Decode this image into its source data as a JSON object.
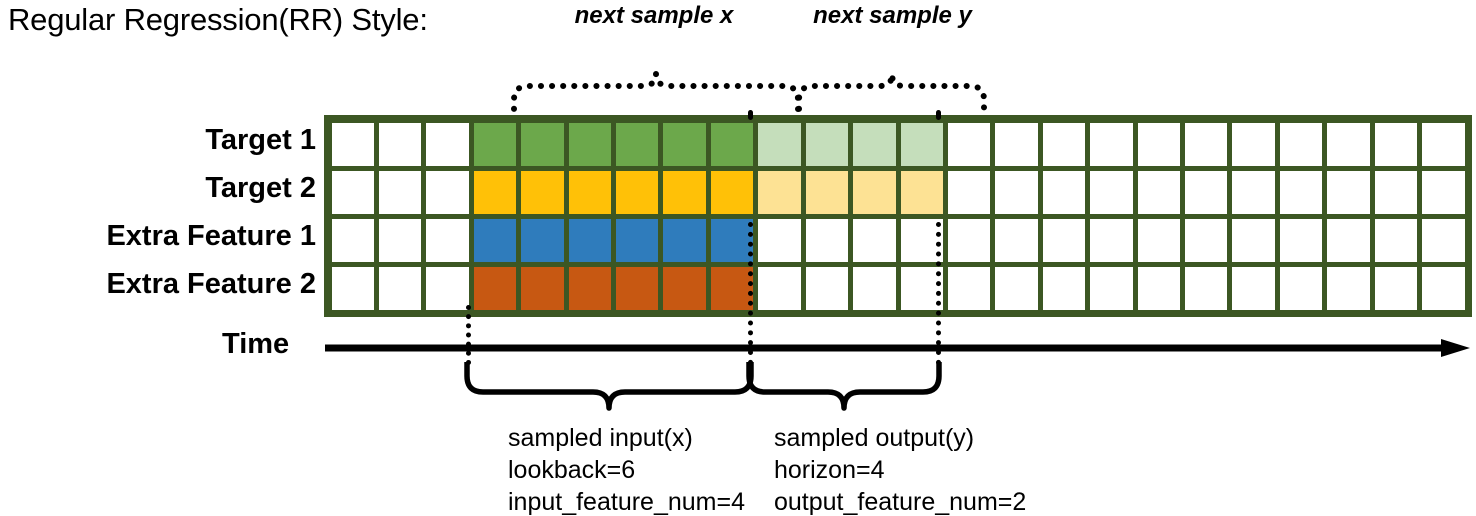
{
  "title": "Regular Regression(RR) Style:",
  "rows": [
    {
      "label": "Target 1",
      "filled_color": "green",
      "shaded_color": "light-green"
    },
    {
      "label": "Target 2",
      "filled_color": "gold",
      "shaded_color": "light-gold"
    },
    {
      "label": "Extra Feature 1",
      "filled_color": "blue",
      "shaded_color": null
    },
    {
      "label": "Extra Feature 2",
      "filled_color": "orange",
      "shaded_color": null
    }
  ],
  "grid": {
    "total_columns": 24,
    "input_start_index": 3,
    "input_length": 6,
    "output_start_index": 9,
    "output_length": 4
  },
  "colors": {
    "green": "#6ca84b",
    "light-green": "#c5debb",
    "gold": "#ffc107",
    "light-gold": "#fde294",
    "blue": "#2f7cbc",
    "orange": "#c75812",
    "grid-line": "#3c5723",
    "cell-empty": "#ffffff",
    "ink": "#000000"
  },
  "time_axis": {
    "label": "Time"
  },
  "top_braces": [
    {
      "caption": "next sample x"
    },
    {
      "caption": "next sample y"
    }
  ],
  "bottom_braces": [
    {
      "caption_lines": [
        "sampled input(x)",
        "lookback=6",
        "input_feature_num=4"
      ]
    },
    {
      "caption_lines": [
        "sampled output(y)",
        "horizon=4",
        "output_feature_num=2"
      ]
    }
  ]
}
